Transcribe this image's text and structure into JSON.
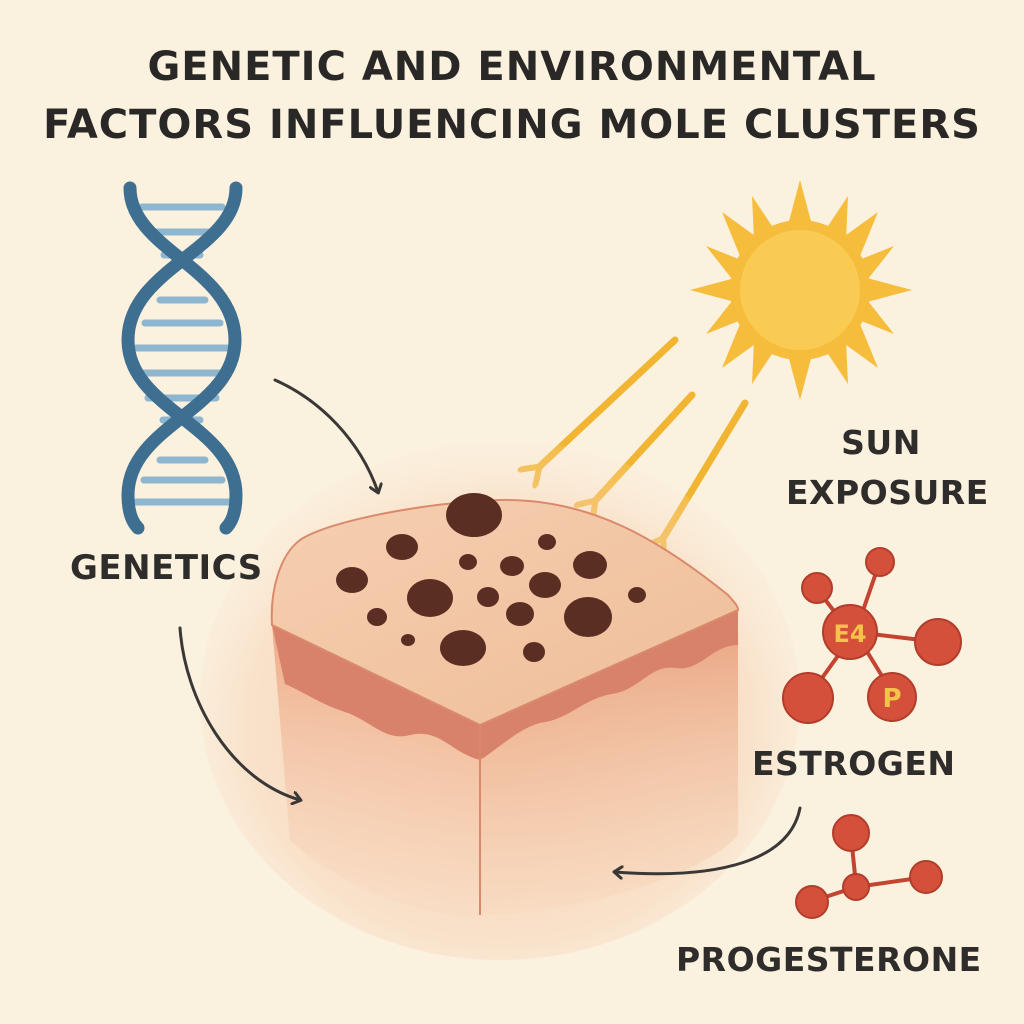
{
  "title": {
    "line1": "GENETIC AND ENVIRONMENTAL",
    "line2": "FACTORS INFLUENCING MOLE CLUSTERS"
  },
  "labels": {
    "genetics": "GENETICS",
    "sun_line1": "SUN",
    "sun_line2": "EXPOSURE",
    "estrogen": "ESTROGEN",
    "progesterone": "PROGESTERONE"
  },
  "molecule_symbols": {
    "estrogen_atom": "E4",
    "progesterone_atom": "P"
  },
  "colors": {
    "background": "#fbf1df",
    "dna_blue": "#3e6f90",
    "dna_rung": "#8fb6cf",
    "sun": "#f6bd3c",
    "hormone_red": "#d4503a",
    "skin_top": "#f2c5a2",
    "skin_side": "#efae8c",
    "mole": "#5a2e22",
    "arrow": "#3a3836"
  }
}
